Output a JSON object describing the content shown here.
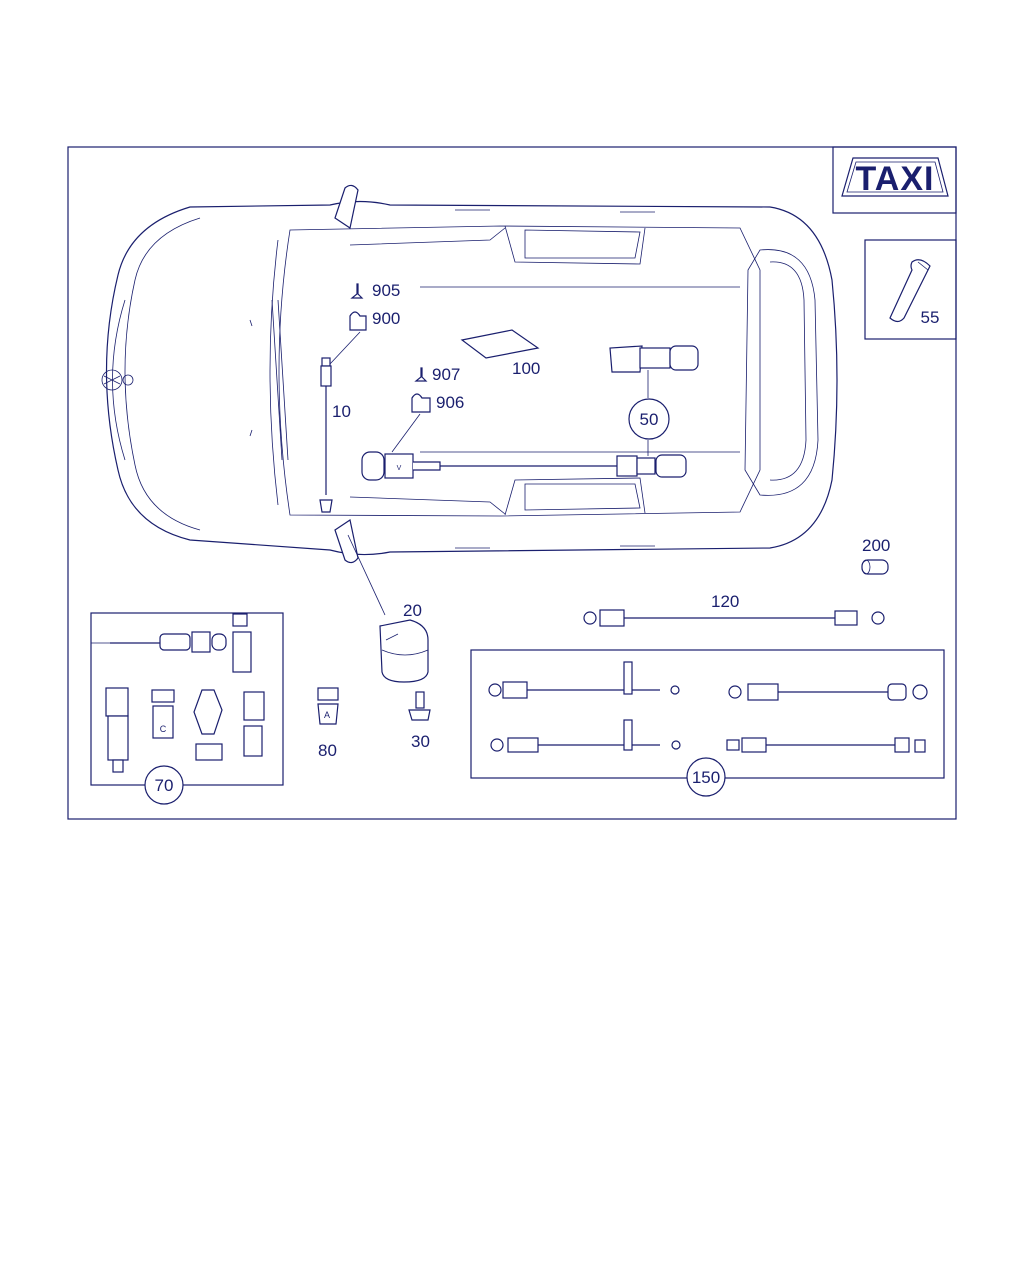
{
  "colors": {
    "line": "#1a1f6e",
    "background": "#ffffff"
  },
  "sign": {
    "text": "TAXI"
  },
  "callouts": {
    "c905": "905",
    "c900": "900",
    "c907": "907",
    "c906": "906",
    "c100": "100",
    "c10": "10",
    "c50": "50",
    "c55": "55",
    "c200": "200",
    "c20": "20",
    "c120": "120",
    "c80": "80",
    "c30": "30",
    "c70": "70",
    "c150": "150"
  }
}
